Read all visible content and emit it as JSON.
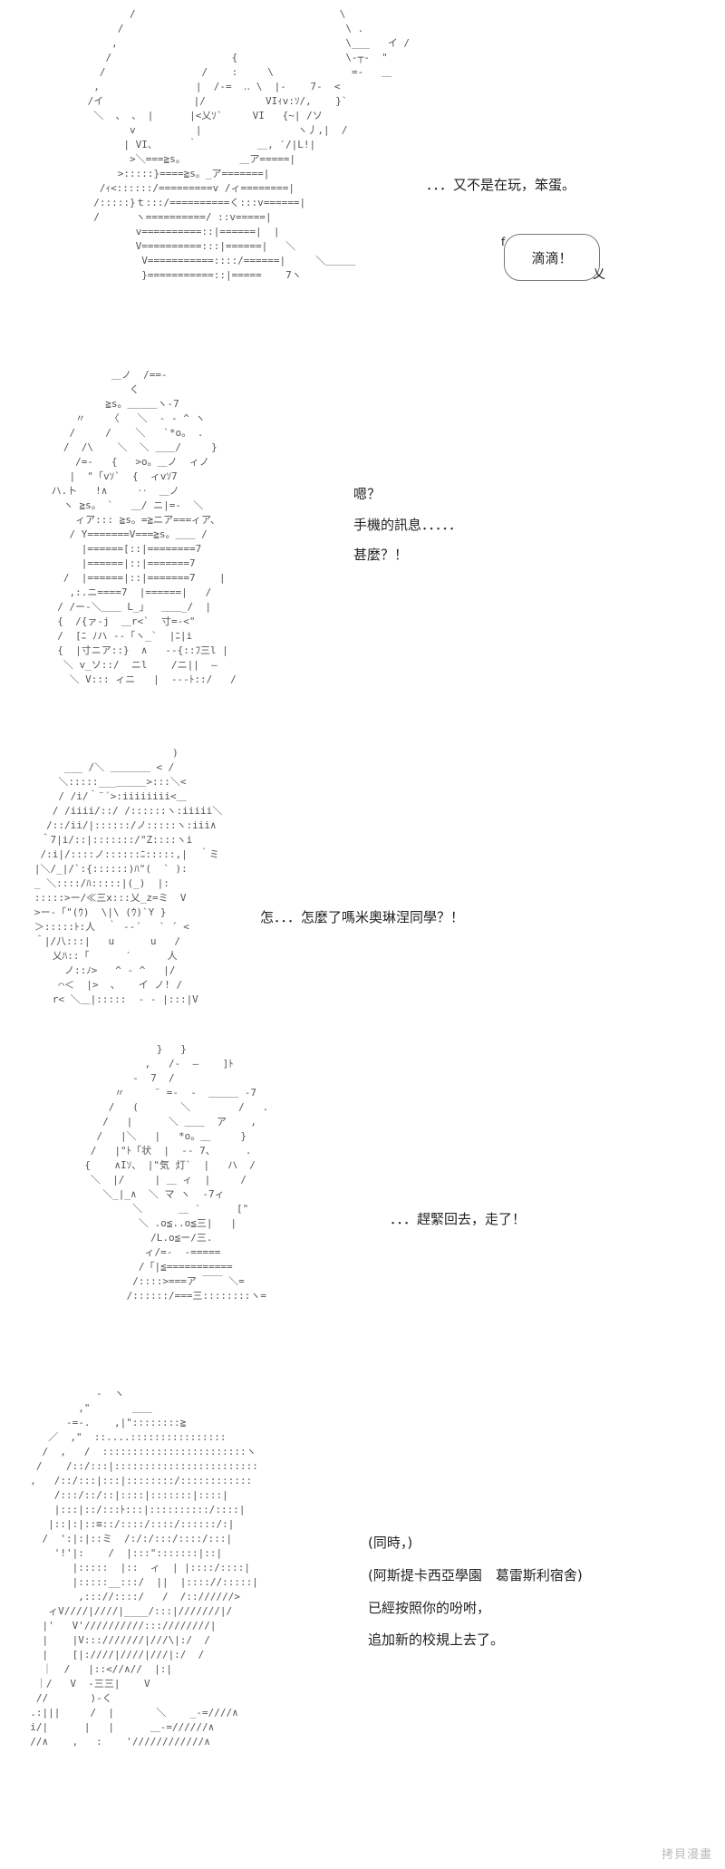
{
  "panels": [
    {
      "art": "        /                                  \\\n      /                                     \\ .\n     ,                                      \\___   イ /\n    /                    {                  \\‐┬‐  \"\n   /                /    :     \\             =-   ＿\n  ,                |  /-=  ‥ \\  |‐    7-  <\n /イ               |/          VIｨv:ｿ/,    }`\n  ＼  、 、 |      |<乂ｿ`     VI   {~| /ソ\n        v          |                ヽ丿,|  /\n       | VI、     ｀          ＿, ′/|L!|\n        >＼===≧s。         ＿ア=====|\n      >:::::}====≧s。_ア=======|\n   /ｨ<::::::/=========v /ィ========|\n  /:::::}ｔ:::/==========く:::v======|\n  /      ヽ==========/ ::v=====|\n         v==========::|======|  |\n         V==========:::|======|   ＼\n          V===========::::/======|     ＼＿＿＿\n          }===========::|=====    7ヽ",
      "texts": [
        "．．．又不是在玩，笨蛋。"
      ],
      "bubble_corner": "f",
      "bubble": "滴滴！",
      "bubble_tail": "乂"
    },
    {
      "art": "           ＿ノ  /==-\n              く\n          ≧s。＿＿＿ヽ-7\n     〃    〈   ＼  ‐ ‐ ^ ヽ\n    /     /    ＼   `*o。 .\n   /  /\\    ＼  ＼ ＿＿/     }\n     /=-   {   >o。＿ノ  ィノ\n    |  \"「vｿ`  {  ィvｿ7\n ハ.ト   !∧     ‥  ＿ノ\n   ヽ ≧s。 `   ＿/ ニ|=-  ＼\n     ィア::: ≧s。=≧ニア===ィア、\n    / Y=======V===≧s。＿＿ /\n      |======[::|========7\n      |======|::|=======7\n   /  |======|::|=======7    |\n    ,:.ニ====7  |======|   /\n  / /ー-＼＿＿ L_」  ＿＿_/  |\n  {  /{ァ-j  ＿r<`  寸=-<\"\n  /  [ﾆ ﾉハ ‐‐「ヽ_`  |ﾆ|i\n  {  |寸ニア::}  ∧   ‐‐{::ﾌ三l |\n   ＼ v_ソ::/  ニl    /ニ||  ―\n    ＼ V::: ィニ   |  ‐‐‐ﾄ::/   /",
      "texts": [
        "嗯？",
        "手機的訊息．．．．．",
        "甚麼？！"
      ]
    },
    {
      "art": "                          )\n        ___ /＼ ＿＿＿＿ < /\n       ＼:::::___＿＿＿>:::＼<\n       / /i/｀¨´>:iiiiiiii<＿\n      / /iiii/::/ /::::::ヽ:iiiii＼\n     /::/ii/|::::::/ノ:::::ヽ:iii∧\n    ＾7|i/::|:::::::/\"Z::::ヽi\n    /:i|/::::ノ::::::ﾆ:::::,|  ｀ミ\n   |＼/_|/`:{::::::)ﾊ\"(  ` ):\n   _ ＼::::/ﾊ:::::|(_)  |:\n   :::::>ー/≪三x:::乂_z=ミ  V\n   >ー-「\"(ｳ)  \\|\\ (ｳ)`Y }\n   ＞:::::ﾄ:人  ｀ ‐‐´   ` ´ <\n   ＾|/八:::|   u      u   /\n      乂ﾊ::「      ′      人\n        ノ::ﾉ>   ^ ‐ ^   |/\n       ⌒＜  |>  、   イ ノ! /\n      r< ＼＿|:::::  ‐ ‐ |:::|V",
      "texts": [
        "怎．．．怎麼了嗎米奧琳涅同學？！"
      ]
    },
    {
      "art": "              }   }\n            ,   /‐  ―    ]ﾄ\n          ‐  7  /\n       〃     ¨ =-  -  ＿＿＿ -7\n      /   (       ＼        /   .\n     /   |      ＼ ＿＿  ア    ,\n    /   |＼   |   *o。＿     }\n   /   |\"ﾄ「状  |  ‐‐ 7、     .\n  {    ∧Iｿ、 |\"気 灯`  |   ハ  /\n   ＼  |/     | ＿ ィ  |     /\n     ＼_|_∧  ＼ マ ヽ  -7ィ\n          ＼      ＿ ′      [\"\n           ＼ .o≦..o≦三|   |\n             /L.o≦ー/三.\n            ィ/=-  -=====\n           /「|≦===========\n          /::::>===ア ￣￣ ＼=\n         /::::::/===三::::::::ヽ=",
      "texts": [
        "．．．趕緊回去，走了！"
      ]
    },
    {
      "art": "             -  ヽ\n          ,\"       ＿＿\n        -=-.    ,|\"::::::::≧\n     ／  ,\"  ::....::::::::::::::::\n    /  ,   /  ::::::::::::::::::::::::ヽ\n   /    /::/:::|::::::::::::::::::::::::\n  ,   /::/:::|:::|::::::::/::::::::::::\n      /:::/::/::|::::|:::::::|::::|\n      |:::|::/:::ﾄ:::|::::::::::/::::|\n     |::|:|::≡::/::::/::::/::::::/:|\n    /  ':|:|::ミ  /:/:/:::/::::/:::|\n      '!'|:    /  |:::\":::::::|::|\n         |:::::  |::  ィ  | |::::/::::|\n         |:::::__:::/  ||  |:::://:::::|\n          ,::://::::/   /  /:://////>\n     ィV////|////|____/:::|///////|/\n    |'   V'//////////:::////////|\n    |    |V:::///////|///\\|:/  /\n    |    [|:////|////|///|:/  /\n    ｜  /   |::<//∧//  |:|\n   ｜/   V  ‐三三|    V\n   //       )‐く\n  .:|||     /  |       ＼    _-=////∧\n  i/|      |   |      ＿-=//////∧\n  //∧    ,   :    '////////////∧",
      "texts": [
        "(同時，)",
        "(阿斯提卡西亞學園　葛雷斯利宿舍)",
        "已經按照你的吩咐，",
        "追加新的校規上去了。"
      ]
    }
  ],
  "watermark": "拷貝漫畫"
}
